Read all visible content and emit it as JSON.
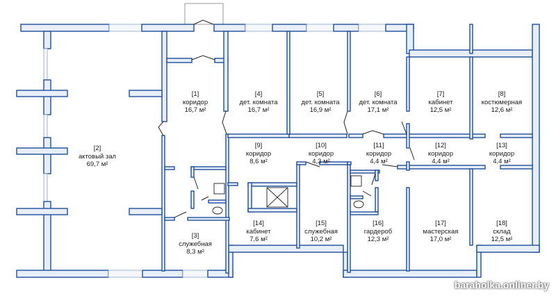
{
  "plan": {
    "rooms": [
      {
        "num": "[1]",
        "name": "коридор",
        "area": "16,7 м²"
      },
      {
        "num": "[2]",
        "name": "актовый зал",
        "area": "69,7 м²"
      },
      {
        "num": "[3]",
        "name": "служебная",
        "area": "8,3 м²"
      },
      {
        "num": "[4]",
        "name": "дет. комната",
        "area": "16,7 м²"
      },
      {
        "num": "[5]",
        "name": "дет. комната",
        "area": "16,9 м²"
      },
      {
        "num": "[6]",
        "name": "дет. комната",
        "area": "17,1 м²"
      },
      {
        "num": "[7]",
        "name": "кабинет",
        "area": "12,5 м²"
      },
      {
        "num": "[8]",
        "name": "костюмерная",
        "area": "12,6 м²"
      },
      {
        "num": "[9]",
        "name": "коридор",
        "area": "8,6 м²"
      },
      {
        "num": "[10]",
        "name": "коридор",
        "area": "4,3 м²"
      },
      {
        "num": "[11]",
        "name": "коридор",
        "area": "4,4 м²"
      },
      {
        "num": "[12]",
        "name": "коридор",
        "area": "4,4 м²"
      },
      {
        "num": "[13]",
        "name": "коридор",
        "area": "4,4 м²"
      },
      {
        "num": "[14]",
        "name": "кабинет",
        "area": "7,6 м²"
      },
      {
        "num": "[15]",
        "name": "служебная",
        "area": "10,2 м²"
      },
      {
        "num": "[16]",
        "name": "гардероб",
        "area": "12,3 м²"
      },
      {
        "num": "[17]",
        "name": "мастерская",
        "area": "17,0 м²"
      },
      {
        "num": "[18]",
        "name": "склад",
        "area": "12,5 м²"
      }
    ],
    "colors": {
      "wall_stroke": "#1f4e9c",
      "wall_fill": "#e8eef8"
    }
  },
  "watermark": "baraholka.onliner.by"
}
